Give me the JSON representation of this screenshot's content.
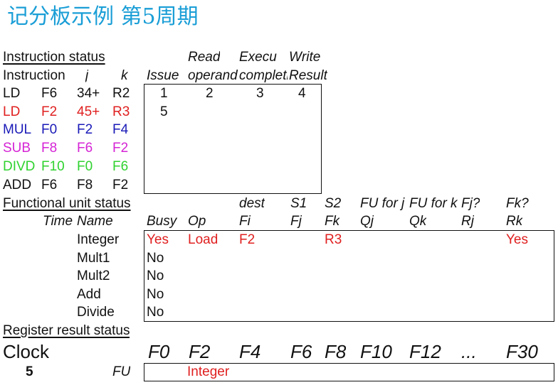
{
  "title": "记分板示例 第5周期",
  "instruction_status": {
    "section_label": "Instruction status",
    "headers_top": {
      "read": "Read",
      "exec": "Execu",
      "write": "Write"
    },
    "headers": {
      "instruction": "Instruction",
      "j": "j",
      "k": "k",
      "issue": "Issue",
      "read": "operands",
      "exec": "completion",
      "write": "Result"
    },
    "rows": [
      {
        "op": "LD",
        "dest": "F6",
        "j": "34+",
        "k": "R2",
        "issue": "1",
        "read": "2",
        "exec": "3",
        "write": "4",
        "color": "#111111"
      },
      {
        "op": "LD",
        "dest": "F2",
        "j": "45+",
        "k": "R3",
        "issue": "5",
        "read": "",
        "exec": "",
        "write": "",
        "color": "#e02020"
      },
      {
        "op": "MUL",
        "dest": "F0",
        "j": "F2",
        "k": "F4",
        "issue": "",
        "read": "",
        "exec": "",
        "write": "",
        "color": "#1a1ab8"
      },
      {
        "op": "SUB",
        "dest": "F8",
        "j": "F6",
        "k": "F2",
        "issue": "",
        "read": "",
        "exec": "",
        "write": "",
        "color": "#d524d5"
      },
      {
        "op": "DIVD",
        "dest": "F10",
        "j": "F0",
        "k": "F6",
        "issue": "",
        "read": "",
        "exec": "",
        "write": "",
        "color": "#2fd22f"
      },
      {
        "op": "ADD",
        "dest": "F6",
        "j": "F8",
        "k": "F2",
        "issue": "",
        "read": "",
        "exec": "",
        "write": "",
        "color": "#111111"
      }
    ]
  },
  "functional_unit_status": {
    "section_label": "Functional unit status",
    "headers_top": {
      "fi": "dest",
      "fj": "S1",
      "fk": "S2",
      "qj": "FU for j",
      "qk": "FU for k",
      "rj": "Fj?",
      "rk": "Fk?"
    },
    "headers": {
      "time": "Time",
      "name": "Name",
      "busy": "Busy",
      "op": "Op",
      "fi": "Fi",
      "fj": "Fj",
      "fk": "Fk",
      "qj": "Qj",
      "qk": "Qk",
      "rj": "Rj",
      "rk": "Rk"
    },
    "rows": [
      {
        "name": "Integer",
        "busy": "Yes",
        "op": "Load",
        "fi": "F2",
        "fj": "",
        "fk": "R3",
        "qj": "",
        "qk": "",
        "rj": "",
        "rk": "Yes"
      },
      {
        "name": "Mult1",
        "busy": "No"
      },
      {
        "name": "Mult2",
        "busy": "No"
      },
      {
        "name": "Add",
        "busy": "No"
      },
      {
        "name": "Divide",
        "busy": "No"
      }
    ]
  },
  "register_result_status": {
    "section_label": "Register result status",
    "clock_label": "Clock",
    "clock_value": "5",
    "fu_label": "FU",
    "registers": [
      "F0",
      "F2",
      "F4",
      "F6",
      "F8",
      "F10",
      "F12",
      "...",
      "F30"
    ],
    "values": [
      "",
      "Integer",
      "",
      "",
      "",
      "",
      "",
      "",
      ""
    ]
  }
}
